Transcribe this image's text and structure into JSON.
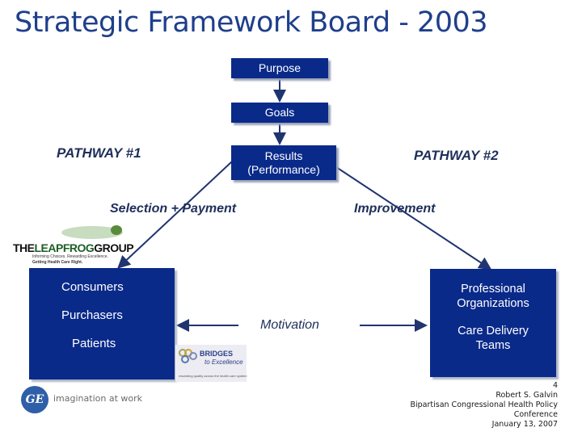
{
  "title": "Strategic Framework Board - 2003",
  "nodes": {
    "purpose": "Purpose",
    "goals": "Goals",
    "results_line1": "Results",
    "results_line2": "(Performance)"
  },
  "pathway1": "PATHWAY #1",
  "pathway2": "PATHWAY #2",
  "selection_payment": "Selection + Payment",
  "improvement": "Improvement",
  "motivation": "Motivation",
  "left_box": {
    "items": [
      "Consumers",
      "Purchasers",
      "Patients"
    ]
  },
  "right_box": {
    "item1_line1": "Professional",
    "item1_line2": "Organizations",
    "item2_line1": "Care Delivery",
    "item2_line2": "Teams"
  },
  "leapfrog_logo": {
    "brand_part1": "THE",
    "brand_part2": "LEAPFROG",
    "brand_part3": "GROUP",
    "tagline1": "Informing Choices. Rewarding Excellence.",
    "tagline2": "Getting Health Care Right."
  },
  "bridges_logo": {
    "name1": "BRIDGES",
    "name2": "to Excellence",
    "tagline": "rewarding quality across the health care system"
  },
  "ge": {
    "logo_text": "GE",
    "slogan": "imagination at work"
  },
  "footer": {
    "page": "4",
    "author": "Robert S. Galvin",
    "event": "Bipartisan Congressional Health Policy",
    "event2": "Conference",
    "date": "January 13, 2007"
  },
  "colors": {
    "box": "#0a2a8a",
    "title": "#1f3f8c",
    "arrow": "#203470"
  }
}
